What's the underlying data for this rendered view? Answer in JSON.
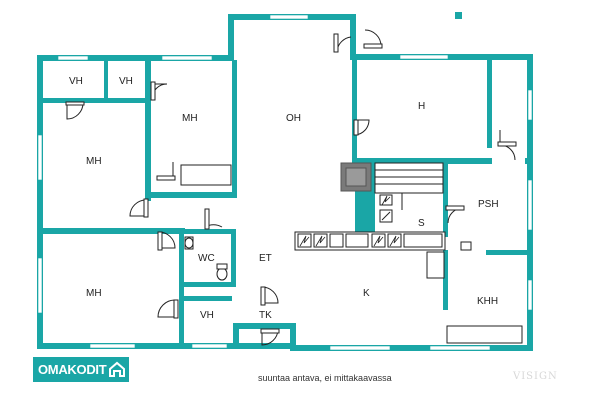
{
  "rooms": {
    "vh_top_left": "VH",
    "vh_top_mid": "VH",
    "mh_center": "MH",
    "oh": "OH",
    "h": "H",
    "mh_left": "MH",
    "psh": "PSH",
    "s": "S",
    "wc": "WC",
    "et": "ET",
    "mh_bottom": "MH",
    "k": "K",
    "khh": "KHH",
    "vh_bottom": "VH",
    "tk": "TK"
  },
  "brand": {
    "logo_text": "OMAKODIT"
  },
  "caption": "suuntaa antava, ei mittakaavassa",
  "watermark": "VISIGN",
  "colors": {
    "wall": "#1aa6a6",
    "furniture": "#333333",
    "sauna_stove": "#7a7a7a"
  }
}
